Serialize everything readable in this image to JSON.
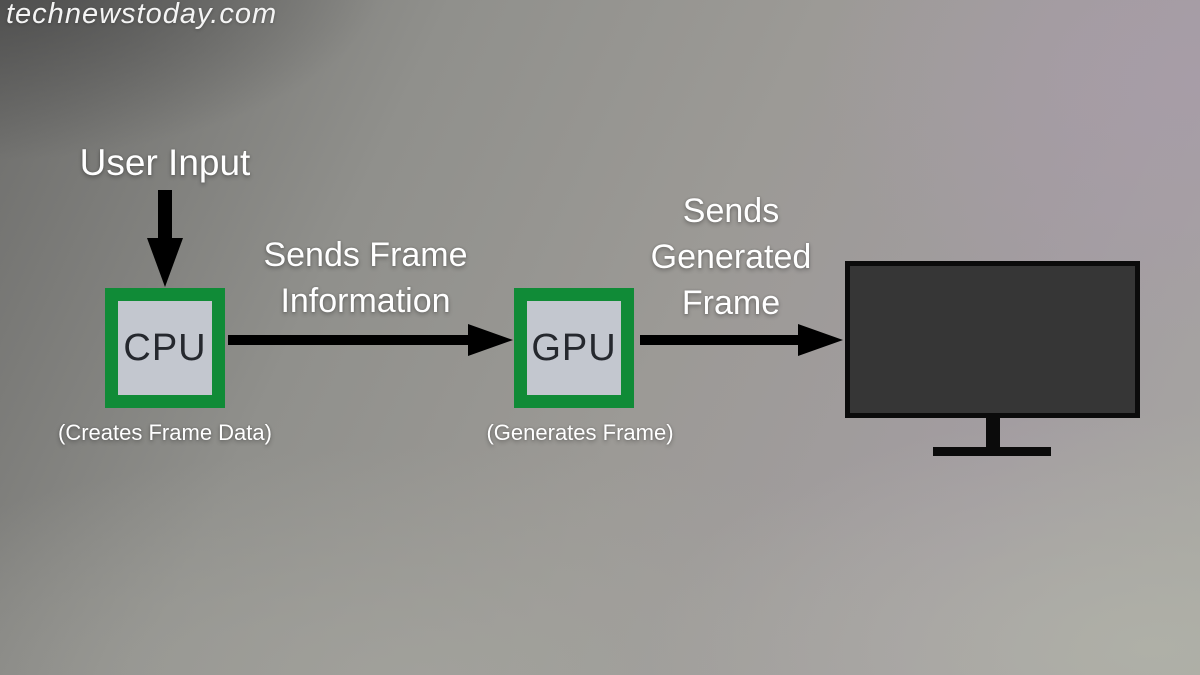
{
  "watermark": {
    "text": "technewstoday.com"
  },
  "diagram": {
    "input_label": "User Input",
    "cpu": {
      "label": "CPU",
      "caption": "(Creates Frame Data)"
    },
    "gpu": {
      "label": "GPU",
      "caption": "(Generates Frame)"
    },
    "cpu_to_gpu_label": [
      "Sends Frame",
      "Information"
    ],
    "gpu_to_monitor_label": [
      "Sends",
      "Generated",
      "Frame"
    ],
    "monitor_description": "display-monitor"
  },
  "colors": {
    "accent_green": "#108b37",
    "chip_fill": "#c3c7cf",
    "arrow": "#000000",
    "monitor_screen": "#363636",
    "label_text": "#ffffff"
  }
}
